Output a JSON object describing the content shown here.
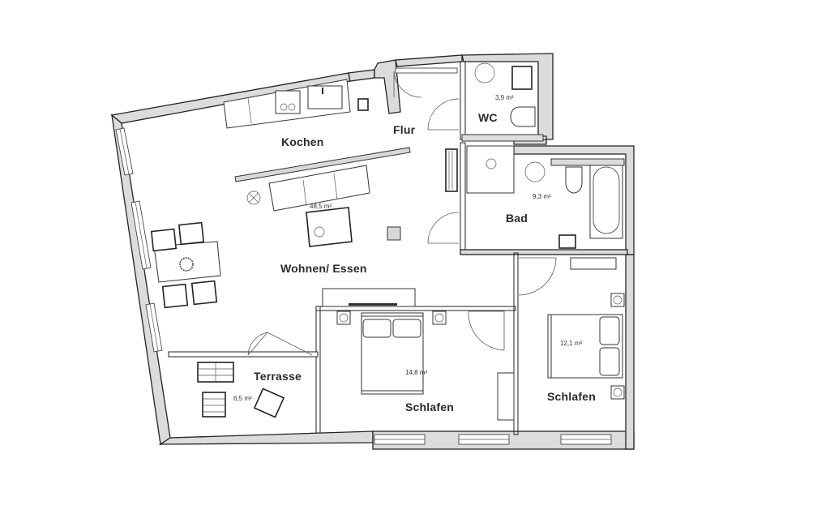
{
  "plan": {
    "rooms": [
      {
        "id": "kochen",
        "name": "Kochen",
        "area": ""
      },
      {
        "id": "flur",
        "name": "Flur",
        "area": ""
      },
      {
        "id": "wc",
        "name": "WC",
        "area": "3,9 m²"
      },
      {
        "id": "bad",
        "name": "Bad",
        "area": "9,3 m²"
      },
      {
        "id": "wohnen",
        "name": "Wohnen/ Essen",
        "area": "48,5 m²"
      },
      {
        "id": "terrasse",
        "name": "Terrasse",
        "area": "6,5 m²"
      },
      {
        "id": "schlafen1",
        "name": "Schlafen",
        "area": "14,8 m²"
      },
      {
        "id": "schlafen2",
        "name": "Schlafen",
        "area": "12,1 m²"
      }
    ],
    "colors": {
      "wall_fill": "#dcdcdc",
      "line": "#222222",
      "background": "#ffffff"
    }
  }
}
